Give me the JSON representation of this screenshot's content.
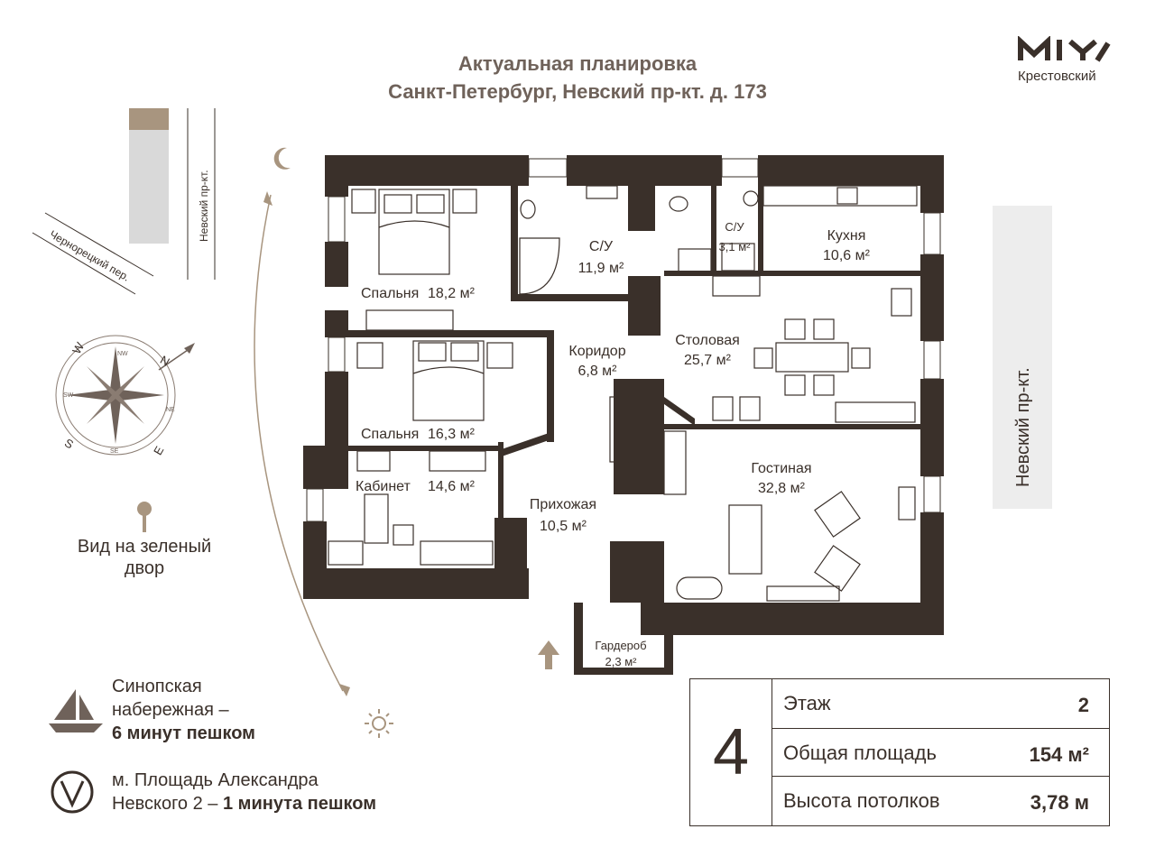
{
  "header": {
    "title_line1": "Актуальная планировка",
    "title_line2": "Санкт-Петербург, Невский пр-кт. д. 173"
  },
  "logo": {
    "name": "Крестовский",
    "mark_icon": "krestovsky-logo-icon"
  },
  "colors": {
    "wall": "#3a302a",
    "accent": "#a8957f",
    "text": "#3a302a",
    "title": "#6f625a"
  },
  "streets": {
    "nevsky_small": "Невский пр-кт.",
    "chernoretsky": "Чернорецкий пер.",
    "nevsky_large": "Невский пр-кт."
  },
  "compass": {
    "letters": [
      "N",
      "S",
      "E",
      "W"
    ],
    "minor": [
      "NW",
      "NE",
      "SE",
      "SW"
    ]
  },
  "rooms": [
    {
      "name": "Спальня",
      "area": "18,2 м²"
    },
    {
      "name": "С/У",
      "area": "11,9 м²"
    },
    {
      "name": "С/У",
      "area": "3,1 м²"
    },
    {
      "name": "Кухня",
      "area": "10,6 м²"
    },
    {
      "name": "Столовая",
      "area": "25,7 м²"
    },
    {
      "name": "Коридор",
      "area": "6,8 м²"
    },
    {
      "name": "Спальня",
      "area": "16,3 м²"
    },
    {
      "name": "Кабинет",
      "area": "14,6 м²"
    },
    {
      "name": "Гостиная",
      "area": "32,8 м²"
    },
    {
      "name": "Прихожая",
      "area": "10,5 м²"
    },
    {
      "name": "Гардероб",
      "area": "2,3 м²"
    }
  ],
  "view": {
    "line1": "Вид на зеленый",
    "line2": "двор"
  },
  "amenities": {
    "embankment": {
      "line1": "Синопская",
      "line2": "набережная –",
      "line3": "6 минут пешком"
    },
    "metro": {
      "line1": "м. Площадь Александра",
      "line2_prefix": "Невского 2 – ",
      "line2_bold": "1 минута пешком"
    }
  },
  "specs": {
    "floor_number": "4",
    "rows": [
      {
        "label": "Этаж",
        "value": "2"
      },
      {
        "label": "Общая площадь",
        "value": "154 м²"
      },
      {
        "label": "Высота потолков",
        "value": "3,78 м"
      }
    ]
  }
}
